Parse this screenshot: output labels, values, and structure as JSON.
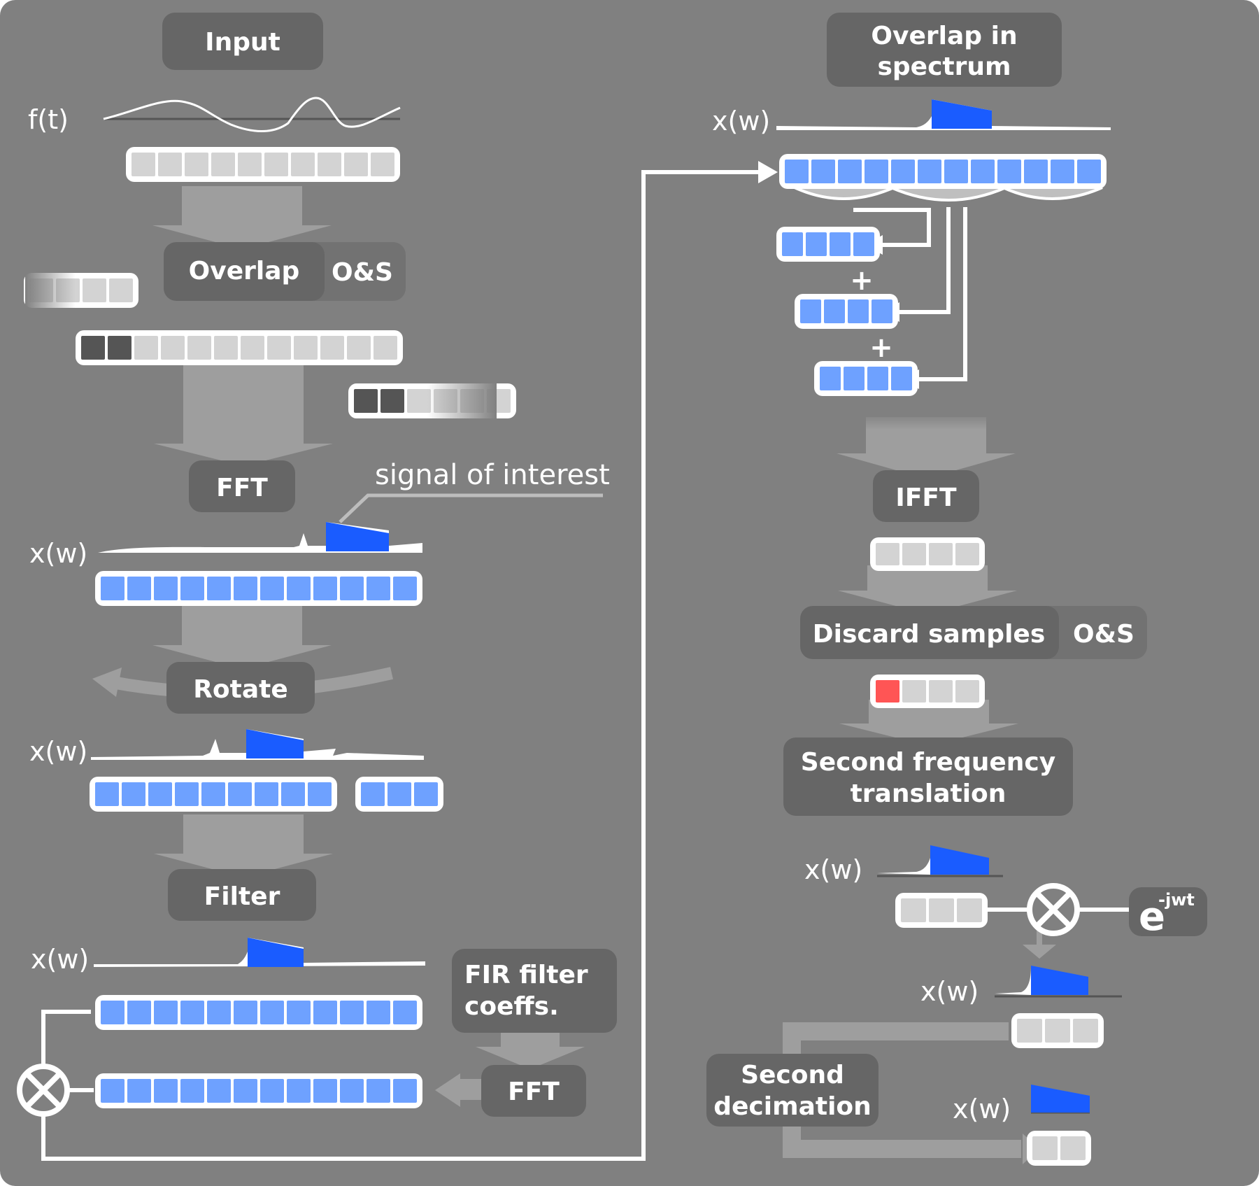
{
  "labels": {
    "input": "Input",
    "overlap": "Overlap",
    "os_1": "O&S",
    "fft_1": "FFT",
    "rotate": "Rotate",
    "filter": "Filter",
    "fir_line1": "FIR filter",
    "fir_line2": "coeffs.",
    "fft_2": "FFT",
    "overlap_spec_line1": "Overlap in",
    "overlap_spec_line2": "spectrum",
    "ifft": "IFFT",
    "discard": "Discard samples",
    "os_2": "O&S",
    "second_freq_line1": "Second frequency",
    "second_freq_line2": "translation",
    "second_dec_line1": "Second",
    "second_dec_line2": "decimation",
    "exp_base": "e",
    "exp_super": "-jwt",
    "plus": "+"
  },
  "axis_labels": {
    "time": "f(t)",
    "freq": "x(w)"
  },
  "annotation": "signal of interest",
  "colors": {
    "background": "#808080",
    "box": "#666666",
    "arrow": "#9e9e9e",
    "white": "#ffffff",
    "gray_cell": "#d3d3d3",
    "dark_cell": "#555555",
    "blue_cell": "#6ea1ff",
    "signal_blue": "#1a5cff",
    "discard_red": "#ff5555"
  },
  "icons": [
    "multiply-icon",
    "rotate-arrow-icon",
    "arrow-icon"
  ]
}
